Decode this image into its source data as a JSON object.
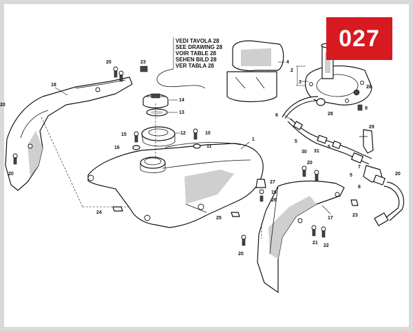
{
  "page_number": "027",
  "reference_note": [
    "VEDI TAVOLA 28",
    "SEE DRAWING 28",
    "VOIR TABLE 28",
    "SEHEN BILD 28",
    "VER TABLA 28"
  ],
  "callouts": {
    "n1": "1",
    "n2": "2",
    "n3": "3",
    "n4": "4",
    "n5a": "5",
    "n5b": "5",
    "n5c": "5",
    "n6": "6",
    "n7": "7",
    "n8": "8",
    "n9": "9",
    "n10": "10",
    "n11": "11",
    "n12": "12",
    "n13": "13",
    "n14": "14",
    "n15": "15",
    "n16": "16",
    "n17": "17",
    "n18": "18",
    "n19": "19",
    "n20a": "20",
    "n20b": "20",
    "n20c": "20",
    "n20d": "20",
    "n20e": "20",
    "n20f": "20",
    "n21": "21",
    "n22": "22",
    "n23a": "23",
    "n23b": "23",
    "n24": "24",
    "n25": "25",
    "n26": "26",
    "n27": "27",
    "n28a": "28",
    "n28b": "28",
    "n29": "29",
    "n30": "30",
    "n31": "31"
  }
}
